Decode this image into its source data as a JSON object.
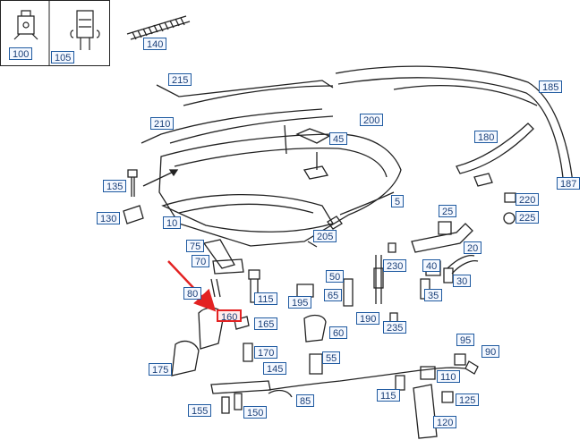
{
  "legend": [
    {
      "label": "100",
      "icon": "clip-icon"
    },
    {
      "label": "105",
      "icon": "push-pin-clip-icon"
    },
    {
      "label": "140",
      "icon": "corrugated-sleeve-icon"
    }
  ],
  "callouts": [
    "215",
    "185",
    "210",
    "200",
    "45",
    "180",
    "135",
    "187",
    "220",
    "225",
    "130",
    "10",
    "5",
    "25",
    "205",
    "20",
    "75",
    "70",
    "50",
    "230",
    "40",
    "30",
    "80",
    "115",
    "65",
    "35",
    "195",
    "160",
    "165",
    "190",
    "235",
    "60",
    "170",
    "95",
    "90",
    "55",
    "175",
    "145",
    "110",
    "115",
    "125",
    "155",
    "150",
    "85",
    "120"
  ],
  "highlighted_callout": "160",
  "colors": {
    "callout_border": "#1f5aa0",
    "highlight": "#e32222",
    "arrow": "#e32222"
  }
}
